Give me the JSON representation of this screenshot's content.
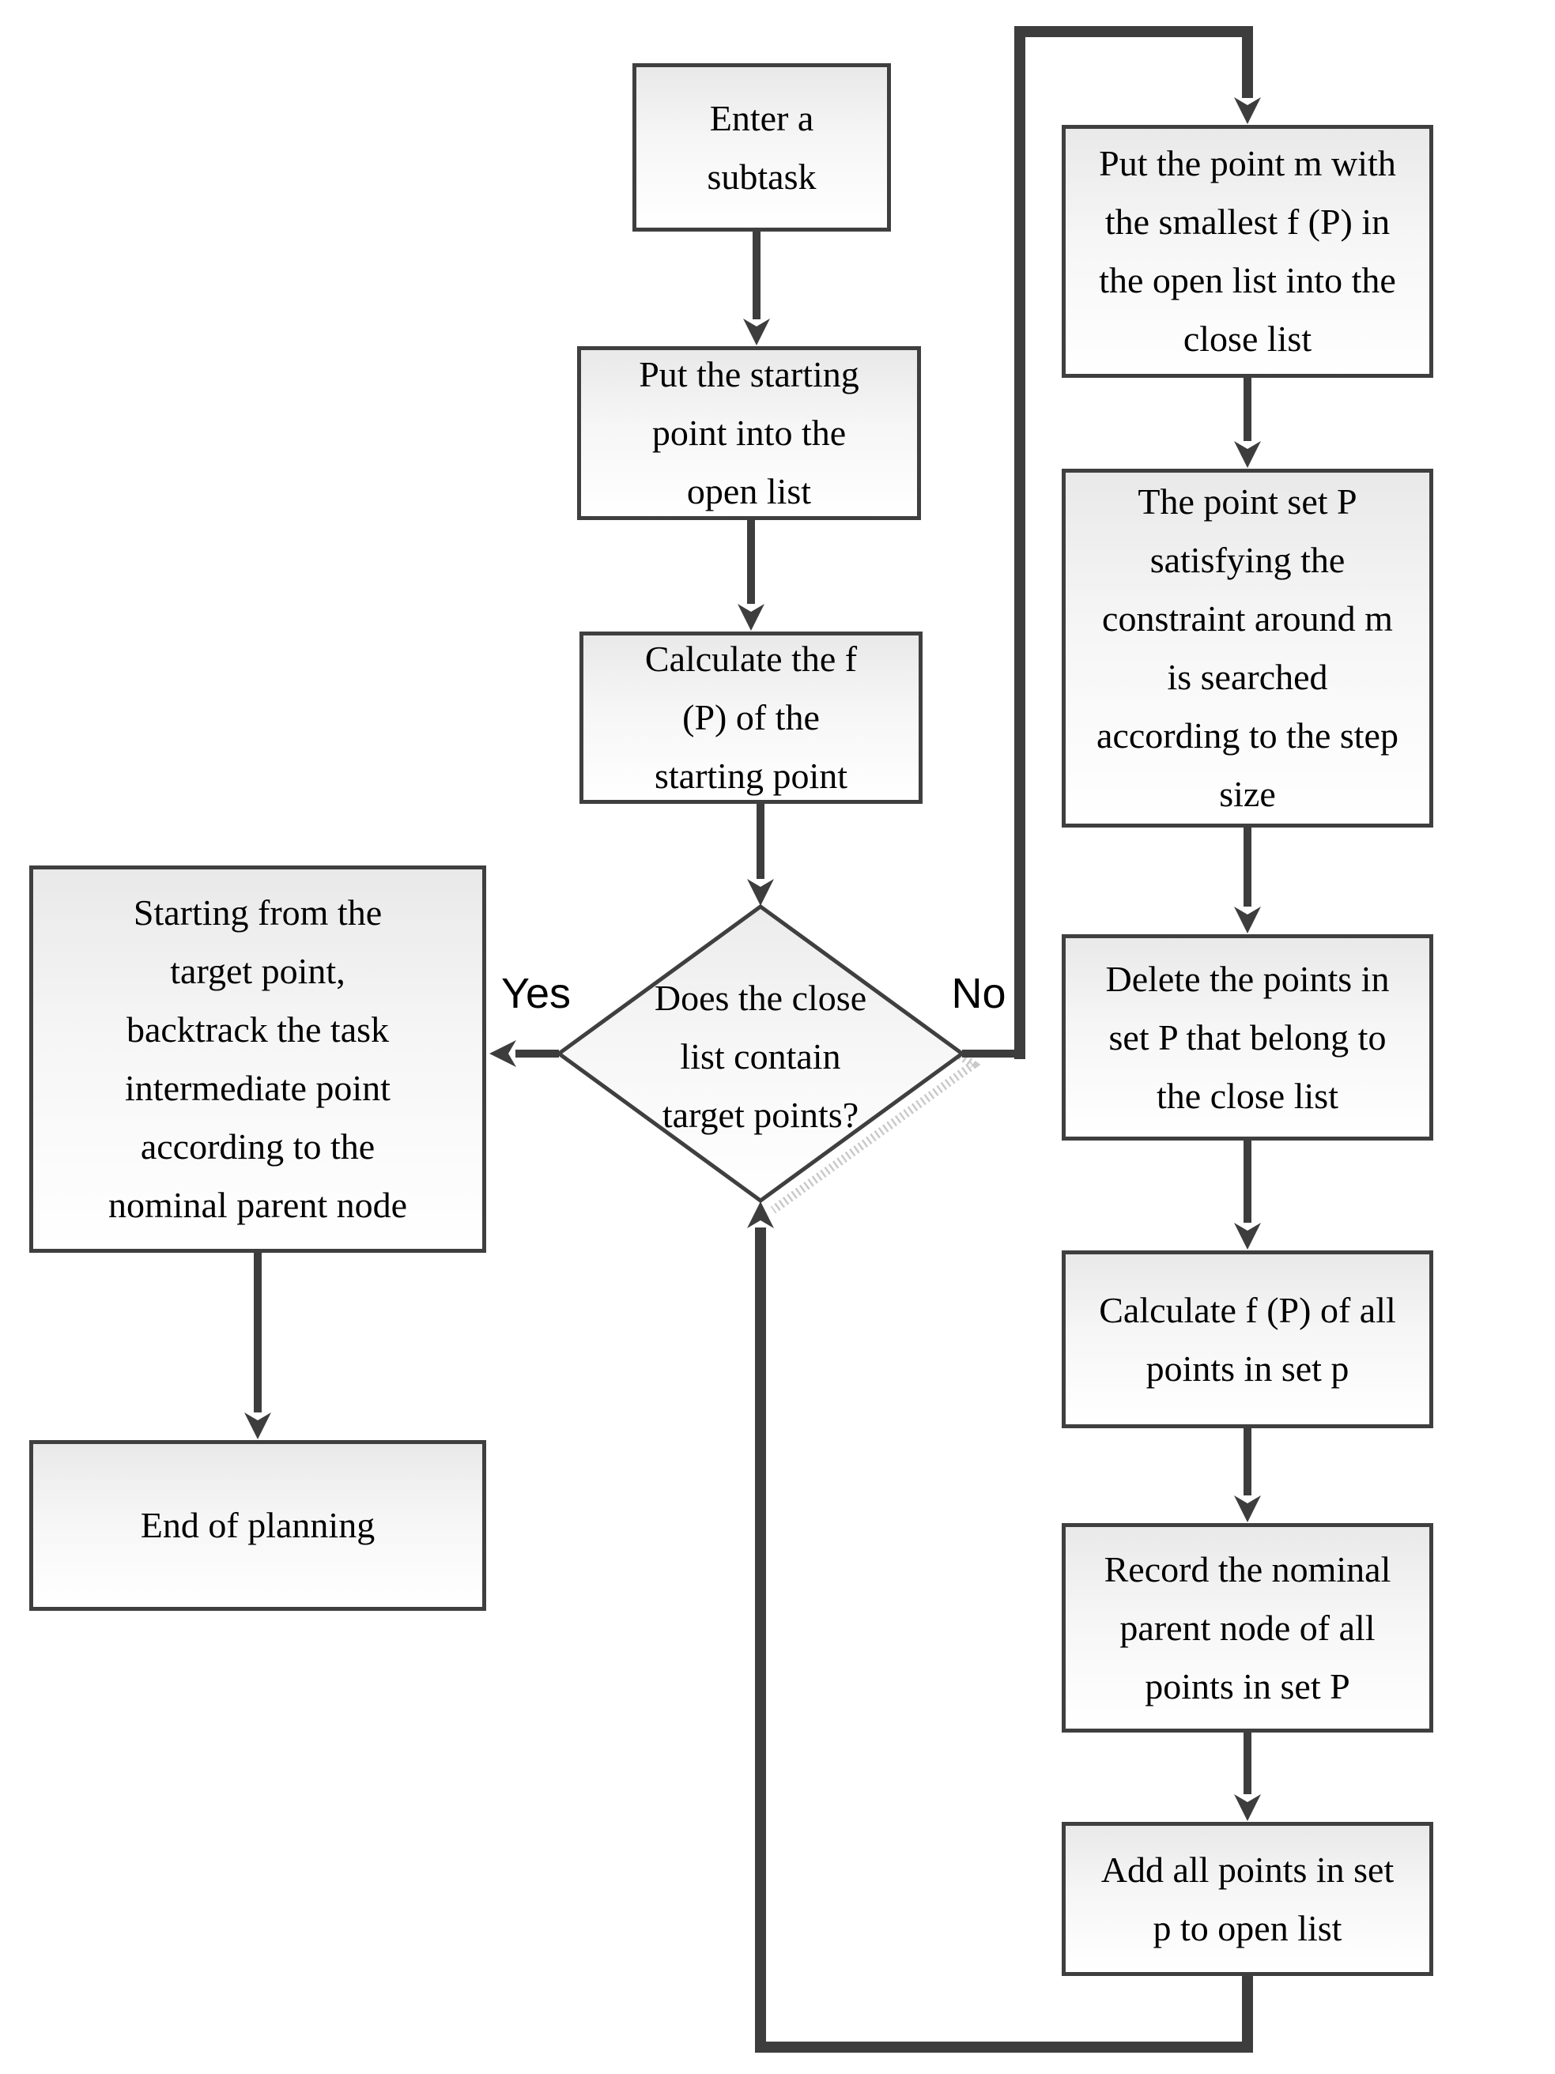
{
  "diagram": {
    "type": "flowchart",
    "nodes": {
      "enter_subtask": {
        "label": "Enter a\nsubtask"
      },
      "put_start_open": {
        "label": "Put the starting\npoint into the\nopen list"
      },
      "calc_f_start": {
        "label": "Calculate the f\n(P) of the\nstarting point"
      },
      "decision_close_list": {
        "label": "Does the close\nlist contain\ntarget points?"
      },
      "backtrack": {
        "label": "Starting from the\ntarget point,\nbacktrack the task\nintermediate point\naccording to the\nnominal parent node"
      },
      "end_planning": {
        "label": "End of planning"
      },
      "put_m_close": {
        "label": "Put the point m with\nthe smallest f (P) in\nthe open list into the\nclose list"
      },
      "search_point_set": {
        "label": "The point set P\nsatisfying the\nconstraint around m\nis searched\naccording to the step\nsize"
      },
      "delete_points": {
        "label": "Delete the points in\nset P that belong to\nthe close list"
      },
      "calc_f_all": {
        "label": "Calculate f (P) of all\npoints in set p"
      },
      "record_parent": {
        "label": "Record the nominal\nparent node of all\npoints in set P"
      },
      "add_points_open": {
        "label": "Add all points in set\np to open list"
      }
    },
    "edge_labels": {
      "yes": "Yes",
      "no": "No"
    },
    "colors": {
      "line": "#3d3d3d",
      "box_border": "#3f3f3f",
      "box_fill_top": "#e9e9e9",
      "box_fill_bottom": "#ffffff",
      "shadow_dots": "#c9c9c9",
      "text": "#000000"
    }
  }
}
